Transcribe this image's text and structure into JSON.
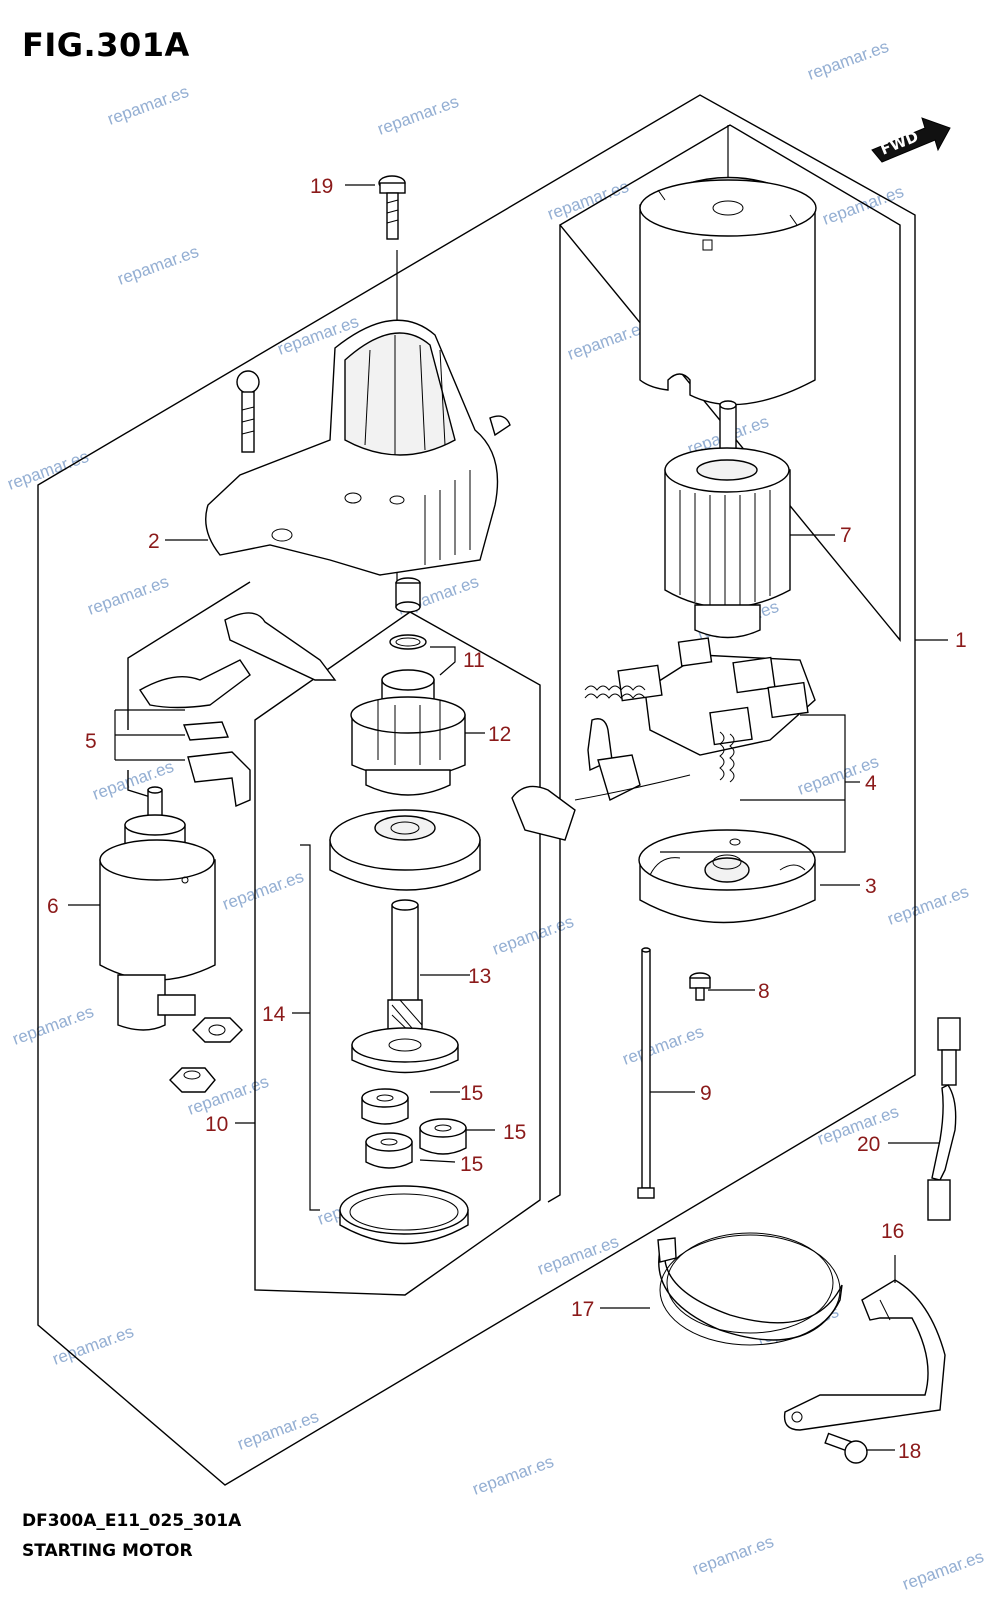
{
  "figure": {
    "title": "FIG.301A",
    "code": "DF300A_E11_025_301A",
    "caption": "STARTING MOTOR"
  },
  "fwd_badge": "FWD",
  "watermark": "repamar.es",
  "callouts": [
    {
      "id": "c1",
      "label": "1"
    },
    {
      "id": "c2",
      "label": "2"
    },
    {
      "id": "c3",
      "label": "3"
    },
    {
      "id": "c4",
      "label": "4"
    },
    {
      "id": "c5",
      "label": "5"
    },
    {
      "id": "c6",
      "label": "6"
    },
    {
      "id": "c7",
      "label": "7"
    },
    {
      "id": "c8",
      "label": "8"
    },
    {
      "id": "c9",
      "label": "9"
    },
    {
      "id": "c10",
      "label": "10"
    },
    {
      "id": "c11",
      "label": "11"
    },
    {
      "id": "c12",
      "label": "12"
    },
    {
      "id": "c13",
      "label": "13"
    },
    {
      "id": "c14",
      "label": "14"
    },
    {
      "id": "c15a",
      "label": "15"
    },
    {
      "id": "c15b",
      "label": "15"
    },
    {
      "id": "c15c",
      "label": "15"
    },
    {
      "id": "c16",
      "label": "16"
    },
    {
      "id": "c17",
      "label": "17"
    },
    {
      "id": "c18",
      "label": "18"
    },
    {
      "id": "c19",
      "label": "19"
    },
    {
      "id": "c20",
      "label": "20"
    }
  ]
}
